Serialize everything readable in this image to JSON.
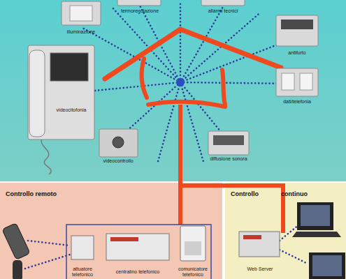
{
  "diagram": {
    "nodes": [
      {
        "text": [
          "termoregolazione"
        ]
      },
      {
        "text": [
          "allarmi tecnici"
        ]
      },
      {
        "text": [
          "illuminazione"
        ]
      },
      {
        "text": [
          "antifurto"
        ]
      },
      {
        "text": [
          "dati/telefonia"
        ]
      },
      {
        "text": [
          "videocitofonia"
        ]
      },
      {
        "text": [
          "videocontrollo"
        ]
      },
      {
        "text": [
          "diffusione sonora"
        ]
      },
      {
        "text": [
          "Controllo remoto"
        ]
      },
      {
        "text": [
          "attuatore telefonico"
        ],
        "in": 8
      },
      {
        "text": [
          "centralino telefonico"
        ],
        "in": 8
      },
      {
        "text": [
          "comunicatore telefonico"
        ],
        "in": 8
      },
      {
        "text": [
          "Controllo",
          "continuo"
        ]
      },
      {
        "text": [
          "Web Server"
        ],
        "in": 12
      }
    ]
  }
}
